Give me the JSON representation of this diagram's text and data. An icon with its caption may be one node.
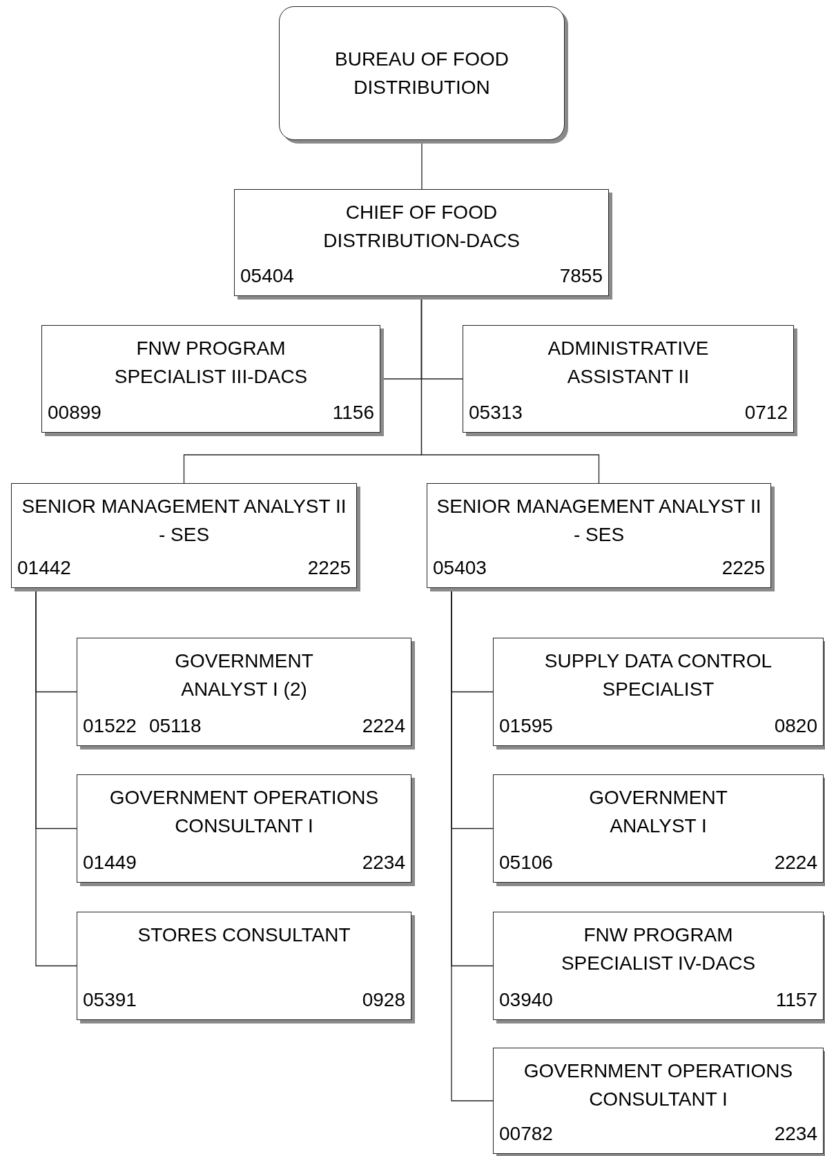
{
  "diagram": {
    "nodes": [
      {
        "text": [
          "BUREAU OF FOOD DISTRIBUTION"
        ]
      },
      {
        "text": [
          "CHIEF OF FOOD DISTRIBUTION-DACS",
          "05404",
          "7855"
        ]
      },
      {
        "text": [
          "FNW PROGRAM SPECIALIST III-DACS",
          "00899",
          "1156"
        ]
      },
      {
        "text": [
          "ADMINISTRATIVE ASSISTANT II",
          "05313",
          "0712"
        ]
      },
      {
        "text": [
          "SENIOR MANAGEMENT ANALYST II - SES",
          "01442",
          "2225"
        ]
      },
      {
        "text": [
          "SENIOR MANAGEMENT ANALYST II - SES",
          "05403",
          "2225"
        ]
      },
      {
        "text": [
          "GOVERNMENT ANALYST I (2)",
          "01522",
          "05118",
          "2224"
        ]
      },
      {
        "text": [
          "GOVERNMENT OPERATIONS CONSULTANT I",
          "01449",
          "2234"
        ]
      },
      {
        "text": [
          "STORES CONSULTANT",
          "05391",
          "0928"
        ]
      },
      {
        "text": [
          "SUPPLY DATA CONTROL SPECIALIST",
          "01595",
          "0820"
        ]
      },
      {
        "text": [
          "GOVERNMENT ANALYST I",
          "05106",
          "2224"
        ]
      },
      {
        "text": [
          "FNW PROGRAM SPECIALIST IV-DACS",
          "03940",
          "1157"
        ]
      },
      {
        "text": [
          "GOVERNMENT OPERATIONS CONSULTANT I",
          "00782",
          "2234"
        ]
      }
    ],
    "edges": [
      {
        "from": 0,
        "to": 1,
        "arrow": "none"
      },
      {
        "from": 1,
        "to": 2,
        "arrow": "none"
      },
      {
        "from": 1,
        "to": 3,
        "arrow": "none"
      },
      {
        "from": 1,
        "to": 4,
        "arrow": "none"
      },
      {
        "from": 1,
        "to": 5,
        "arrow": "none"
      },
      {
        "from": 4,
        "to": 6,
        "arrow": "none"
      },
      {
        "from": 4,
        "to": 7,
        "arrow": "none"
      },
      {
        "from": 4,
        "to": 8,
        "arrow": "none"
      },
      {
        "from": 5,
        "to": 9,
        "arrow": "none"
      },
      {
        "from": 5,
        "to": 10,
        "arrow": "none"
      },
      {
        "from": 5,
        "to": 11,
        "arrow": "none"
      },
      {
        "from": 5,
        "to": 12,
        "arrow": "none"
      }
    ]
  }
}
